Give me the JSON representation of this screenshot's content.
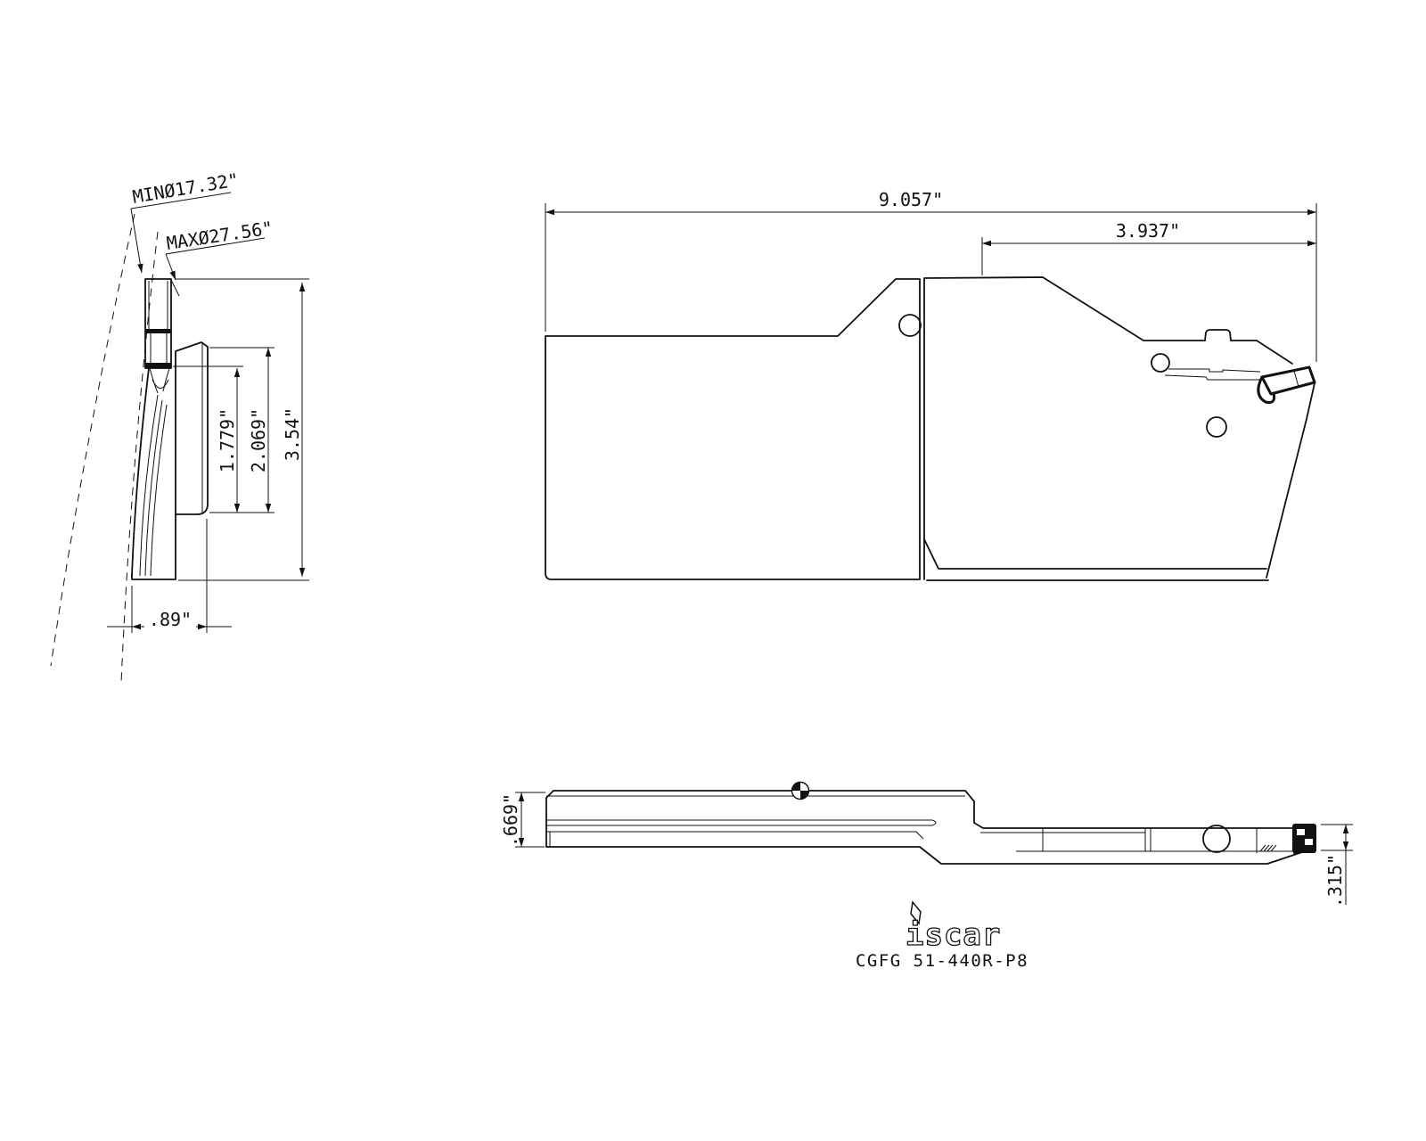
{
  "brand_logo": "iscar",
  "part_number": "CGFG 51-440R-P8",
  "front_view": {
    "min_diameter": "MINØ17.32\"",
    "max_diameter": "MAXØ27.56\"",
    "inner_depth": "1.779\"",
    "outer_depth": "2.069\"",
    "overall_height": "3.54\"",
    "foot_width": ".89\""
  },
  "side_view": {
    "overall_length": "9.057\"",
    "head_length": "3.937\""
  },
  "bottom_view": {
    "body_thickness": ".669\"",
    "tip_thickness": ".315\""
  }
}
